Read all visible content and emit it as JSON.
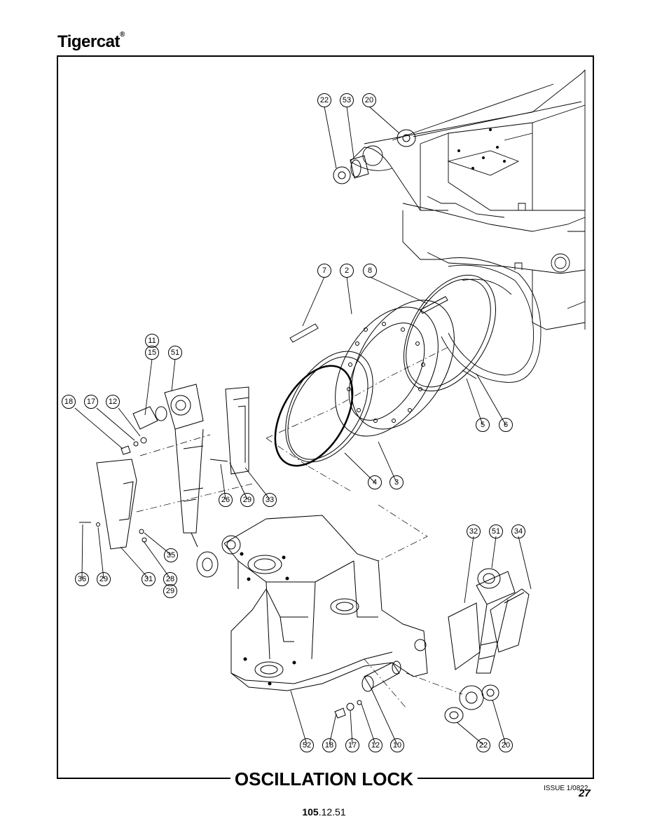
{
  "header": {
    "brand": "Tigercat",
    "brand_mark": "®"
  },
  "title": "OSCILLATION LOCK",
  "footer": {
    "issue": "ISSUE 1/0822",
    "page_number": "27",
    "doc_number_bold": "105",
    "doc_number_rest": ".12.51"
  },
  "callouts": {
    "c22a": "22",
    "c53": "53",
    "c20a": "20",
    "c7": "7",
    "c2": "2",
    "c8": "8",
    "c11": "11",
    "c15": "15",
    "c51a": "51",
    "c18a": "18",
    "c17a": "17",
    "c12a": "12",
    "c5": "5",
    "c6": "6",
    "c4": "4",
    "c3": "3",
    "c26": "26",
    "c29a": "29",
    "c33": "33",
    "c32": "32",
    "c51b": "51",
    "c34": "34",
    "c36": "36",
    "c29b": "29",
    "c31": "31",
    "c28": "28",
    "c29c": "29",
    "c35": "35",
    "c52": "52",
    "c18b": "18",
    "c17b": "17",
    "c12b": "12",
    "c10": "10",
    "c22b": "22",
    "c20b": "20"
  }
}
